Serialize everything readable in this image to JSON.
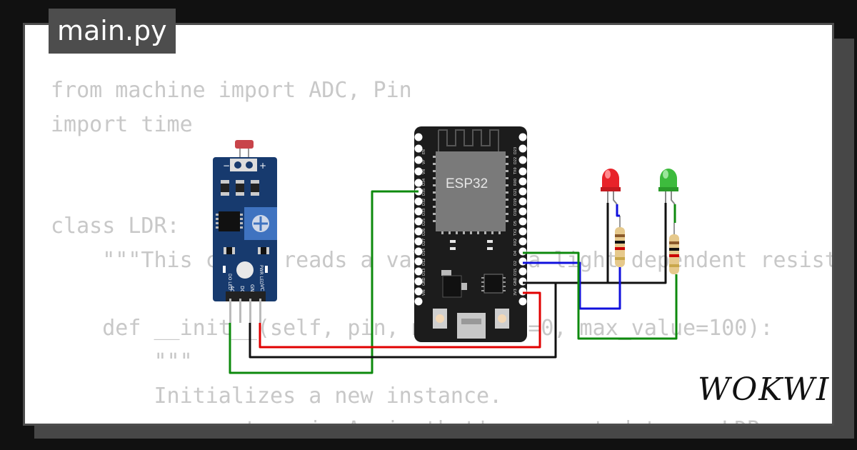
{
  "tab": {
    "title": "main.py"
  },
  "code_lines": [
    "from machine import ADC, Pin",
    "import time",
    "",
    "",
    "class LDR:",
    "    \"\"\"This class reads a value from a light dependent resistor (LDR)\"\"\"",
    "",
    "    def __init__(self, pin, min_value=0, max_value=100):",
    "        \"\"\"",
    "        Initializes a new instance.",
    "        :parameter pin A pin that's connected to an LDR."
  ],
  "circuit": {
    "esp32_label": "ESP32",
    "esp32_left_pins": [
      "EN",
      "VP",
      "VN",
      "D34",
      "D35",
      "D32",
      "D33",
      "D25",
      "D26",
      "D27",
      "D14",
      "D12",
      "D13",
      "GND",
      "VIN"
    ],
    "esp32_right_pins": [
      "D23",
      "D22",
      "TX0",
      "RX0",
      "D21",
      "D19",
      "D18",
      "D5",
      "TX2",
      "RX2",
      "D4",
      "D2",
      "D15",
      "GND",
      "3V3"
    ],
    "ldr_module_pins": [
      "AO",
      "DO",
      "GND",
      "VCC"
    ],
    "ldr_module_labels": {
      "power_led": "PWR LED",
      "data_led": "DO LED",
      "minus": "−",
      "plus": "+"
    },
    "leds": [
      {
        "color": "red"
      },
      {
        "color": "green"
      }
    ],
    "wire_colors": {
      "green": "#0d8a0d",
      "red": "#e00000",
      "black": "#111111",
      "blue": "#1010dd"
    },
    "board_color": "#1c1c1c",
    "module_color": "#173a6e"
  },
  "brand": {
    "logo": "WOKWI"
  }
}
